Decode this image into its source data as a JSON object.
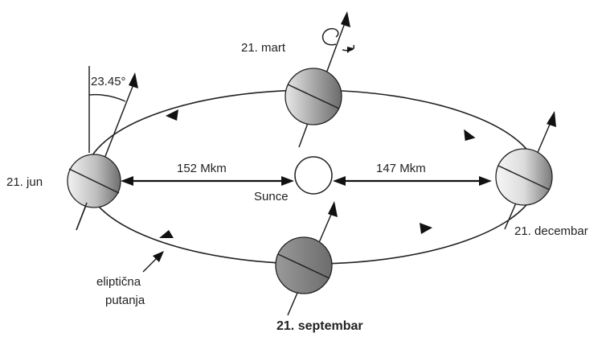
{
  "labels": {
    "angle": "23.45°",
    "march": "21. mart",
    "june": "21. jun",
    "september": "21. septembar",
    "december": "21. decembar",
    "sun": "Sunce",
    "distance_june": "152 Mkm",
    "distance_december": "147 Mkm",
    "orbit_label_line1": "eliptična",
    "orbit_label_line2": "putanja"
  },
  "colors": {
    "stroke": "#222222",
    "planet_light": "#f4f4f4",
    "planet_dark": "#7a7a7a",
    "background": "#ffffff"
  }
}
